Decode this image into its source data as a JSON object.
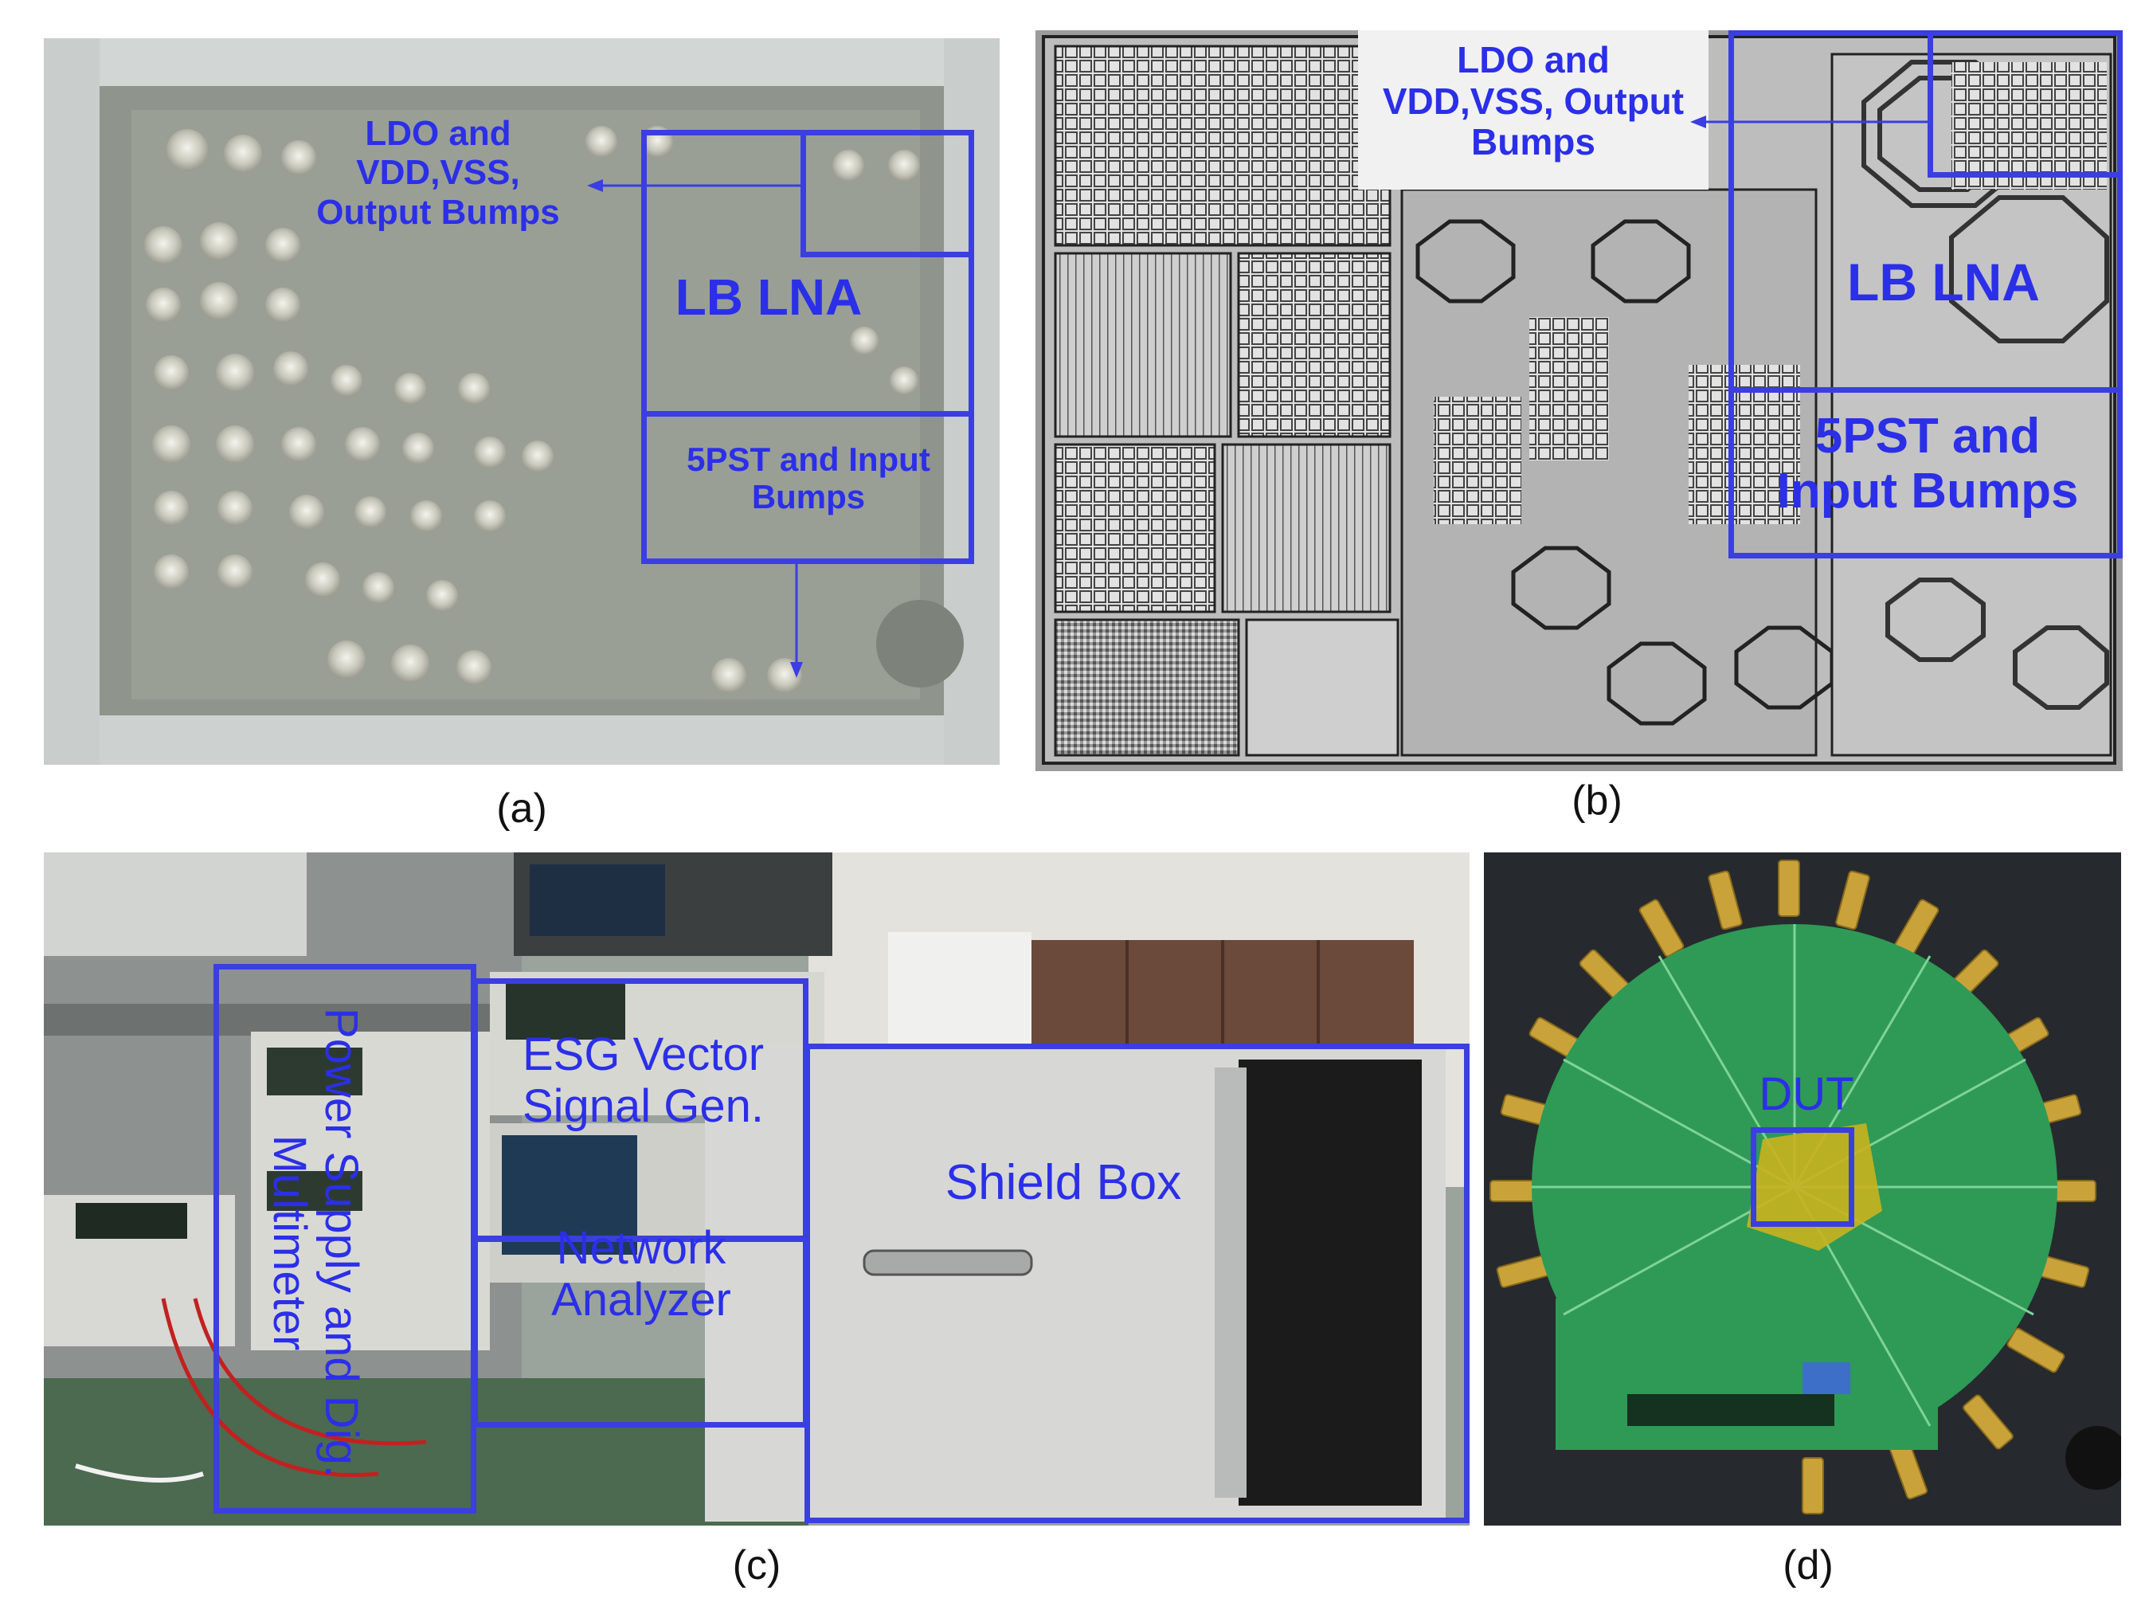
{
  "panel_a": {
    "label_ldo": "LDO and VDD,VSS, Output Bumps",
    "label_lna": "LB LNA",
    "label_5pst": "5PST and Input Bumps",
    "caption": "(a)"
  },
  "panel_b": {
    "label_ldo": "LDO and VDD,VSS, Output Bumps",
    "label_lna": "LB LNA",
    "label_5pst": "5PST and Input Bumps",
    "caption": "(b)"
  },
  "panel_c": {
    "label_power": "Power Supply and Dig. Multimeter",
    "label_esg": "ESG Vector Signal Gen.",
    "label_network": "Network Analyzer",
    "label_shield": "Shield Box",
    "caption": "(c)"
  },
  "panel_d": {
    "label_dut": "DUT",
    "caption": "(d)"
  },
  "colors": {
    "annotation": "#3b3ee0"
  }
}
